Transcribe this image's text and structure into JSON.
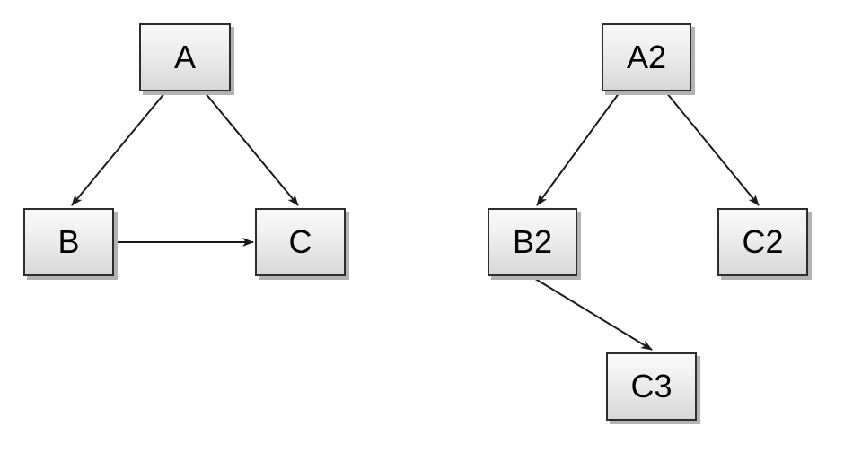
{
  "style": {
    "background": "#ffffff",
    "node_fill_top": "#f9f9f9",
    "node_fill_bottom": "#d7d7d7",
    "node_border": "#2d2d2d",
    "node_shadow": "#b3b3b3",
    "edge_color": "#1a1a1a"
  },
  "graphs": [
    {
      "id": "left-graph",
      "nodes": [
        {
          "id": "A",
          "label": "A"
        },
        {
          "id": "B",
          "label": "B"
        },
        {
          "id": "C",
          "label": "C"
        }
      ],
      "edges": [
        {
          "from": "A",
          "to": "B"
        },
        {
          "from": "A",
          "to": "C"
        },
        {
          "from": "B",
          "to": "C"
        }
      ]
    },
    {
      "id": "right-graph",
      "nodes": [
        {
          "id": "A2",
          "label": "A2"
        },
        {
          "id": "B2",
          "label": "B2"
        },
        {
          "id": "C2",
          "label": "C2"
        },
        {
          "id": "C3",
          "label": "C3"
        }
      ],
      "edges": [
        {
          "from": "A2",
          "to": "B2"
        },
        {
          "from": "A2",
          "to": "C2"
        },
        {
          "from": "B2",
          "to": "C3"
        }
      ]
    }
  ]
}
